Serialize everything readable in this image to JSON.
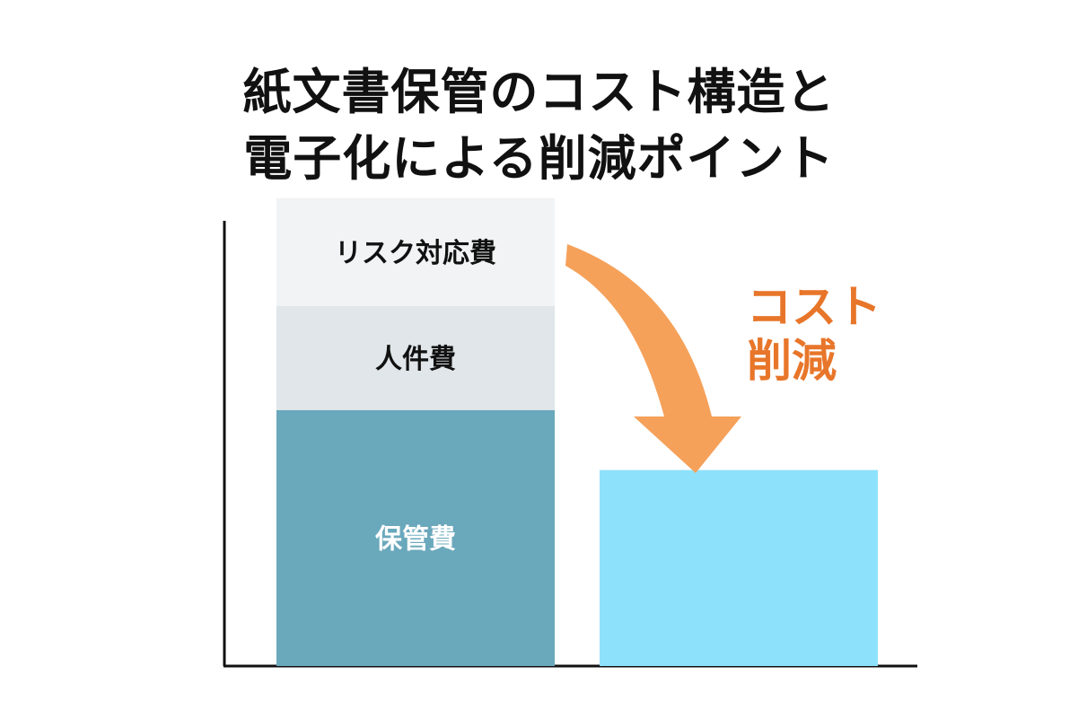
{
  "title_lines": [
    "紙文書保管のコスト構造と",
    "電子化による削減ポイント"
  ],
  "callout": {
    "lines": [
      "コスト",
      "削減"
    ],
    "color": "#e8762a"
  },
  "arrow_color": "#f5a15a",
  "chart_data": {
    "type": "bar",
    "stacked": true,
    "grid": false,
    "categories": [
      "",
      ""
    ],
    "series": [
      {
        "name": "保管費",
        "values": [
          2.56,
          0
        ],
        "color": "#6aa8bc",
        "label_color": "#ffffff"
      },
      {
        "name": "人件費",
        "values": [
          1.04,
          0
        ],
        "color": "#e0e6e9",
        "label_color": "#111111"
      },
      {
        "name": "リスク対応費",
        "values": [
          1.08,
          0
        ],
        "color": "#f1f3f4",
        "label_color": "#111111"
      },
      {
        "name": "",
        "values": [
          0,
          1.96
        ],
        "color": "#8ee1fb",
        "label_color": "#111111"
      }
    ],
    "ylim": [
      0,
      5
    ]
  }
}
